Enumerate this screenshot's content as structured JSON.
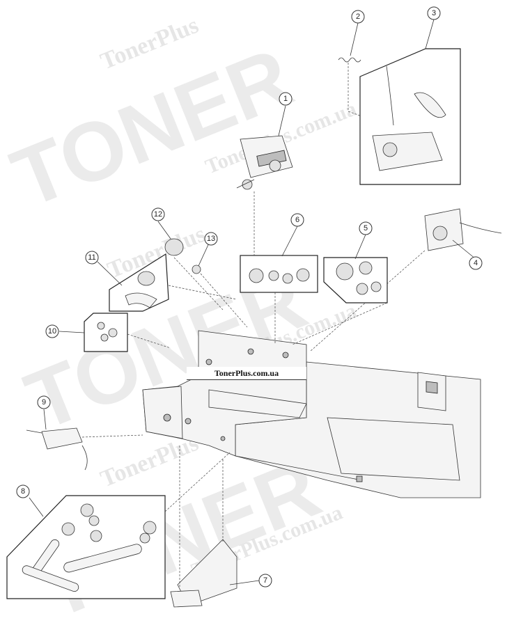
{
  "watermark": {
    "brand_text": "TONER",
    "site_text": "TonerPlus.com.ua",
    "short_text": "TonerPlus"
  },
  "site_label": "TonerPlus.com.ua",
  "callouts": [
    "1",
    "2",
    "3",
    "4",
    "5",
    "6",
    "7",
    "8",
    "9",
    "10",
    "11",
    "12",
    "13"
  ]
}
